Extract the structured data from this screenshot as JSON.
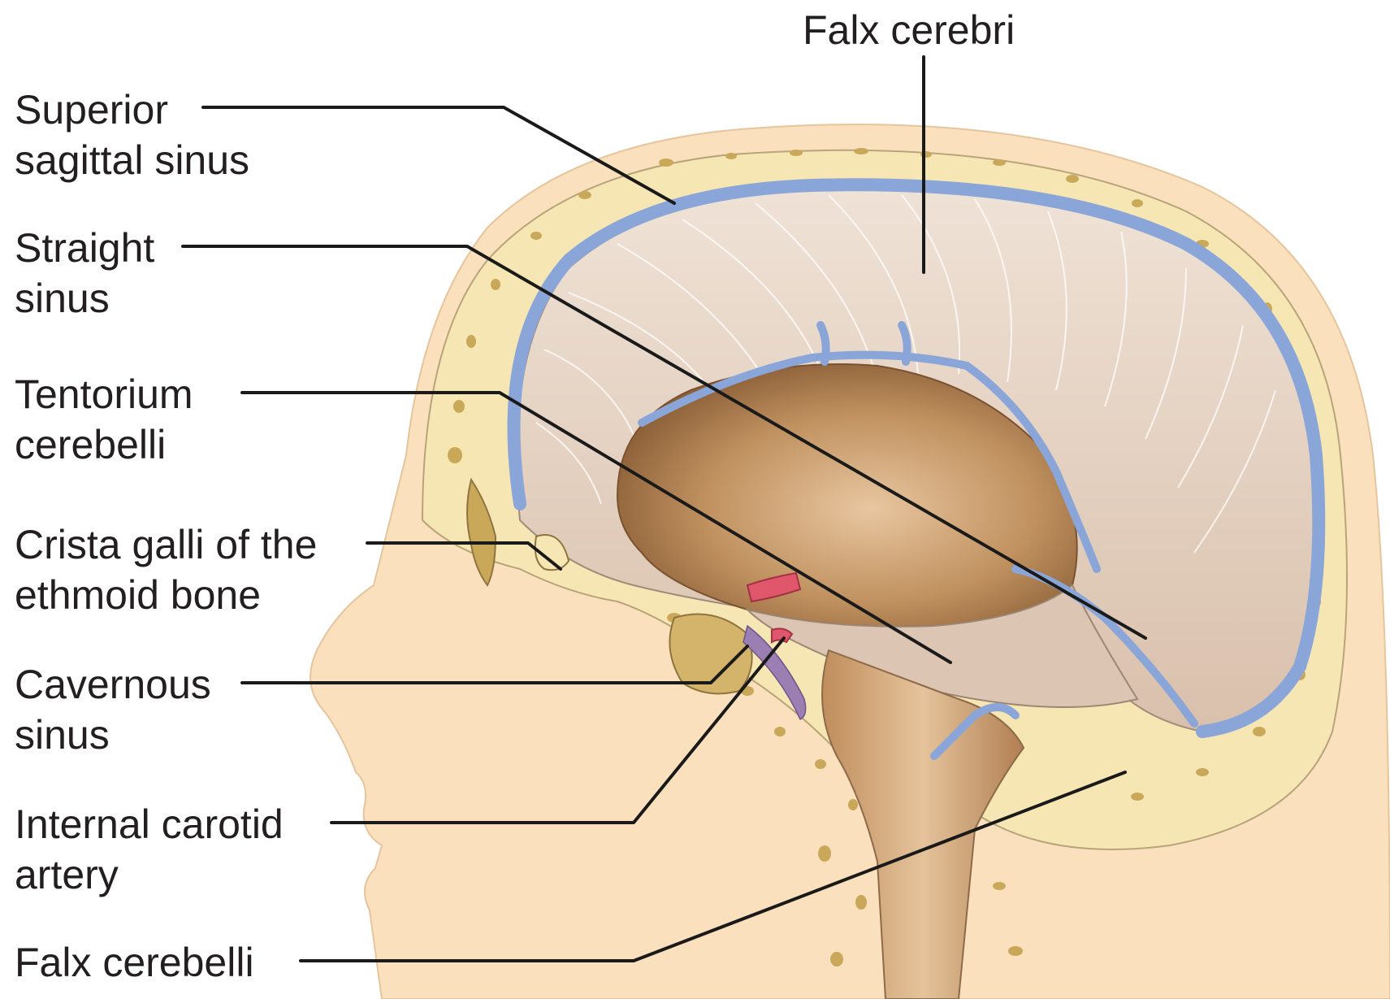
{
  "labels": {
    "falx_cerebri": "Falx cerebri",
    "superior_sagittal_sinus": [
      "Superior",
      "sagittal sinus"
    ],
    "straight_sinus": [
      "Straight",
      "sinus"
    ],
    "tentorium_cerebelli": [
      "Tentorium",
      "cerebelli"
    ],
    "crista_galli": [
      "Crista galli of the",
      "ethmoid bone"
    ],
    "cavernous_sinus": [
      "Cavernous",
      "sinus"
    ],
    "internal_carotid_artery": [
      "Internal carotid",
      "artery"
    ],
    "falx_cerebelli": "Falx cerebelli"
  },
  "colors": {
    "skin": "#fbe0bd",
    "bone": "#f6e6b4",
    "bone_spot": "#c9a85a",
    "dura_fold": "#e7d3c2",
    "sinus": "#8aa5d8",
    "sinus_dark": "#5f7fc0",
    "cavity": "#b9895c",
    "artery": "#e0566a",
    "leader": "#1a1a1a"
  }
}
